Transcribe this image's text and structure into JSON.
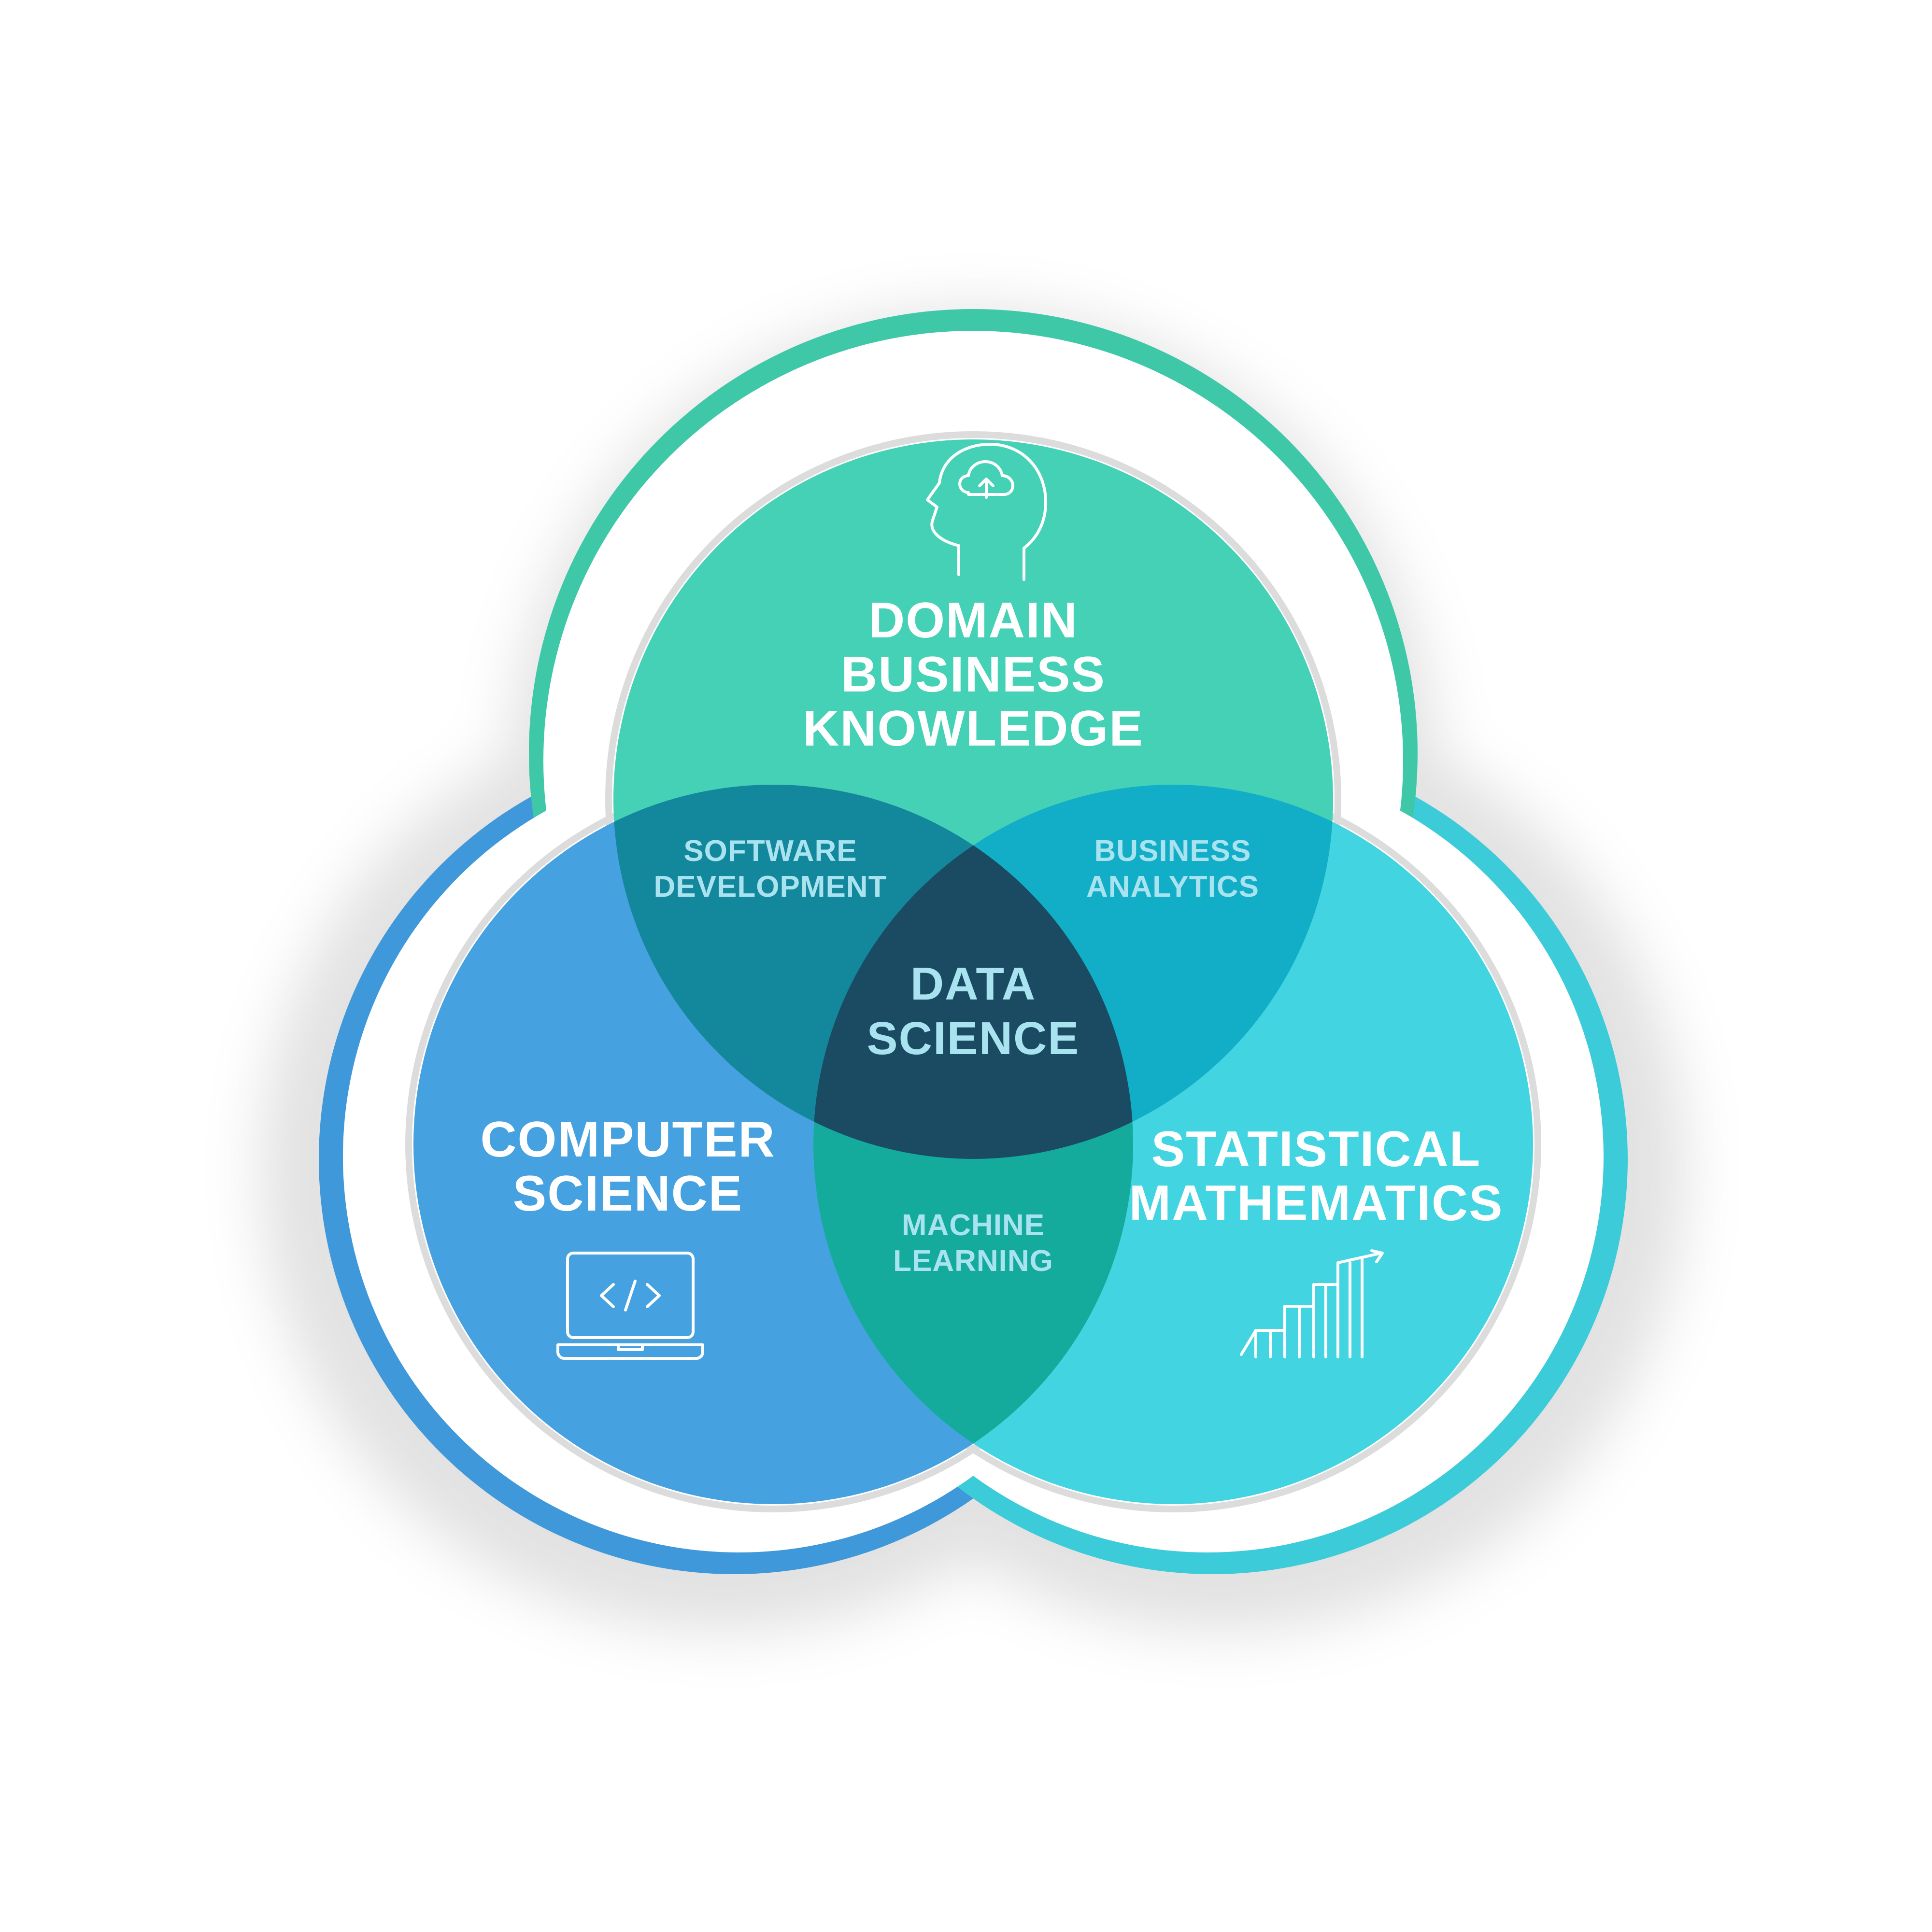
{
  "diagram": {
    "domain": {
      "line1": "DOMAIN",
      "line2": "BUSINESS",
      "line3": "KNOWLEDGE",
      "icon": "head-cloud-upload-icon"
    },
    "computer_science": {
      "line1": "COMPUTER",
      "line2": "SCIENCE",
      "icon": "laptop-code-icon"
    },
    "statistics": {
      "line1": "STATISTICAL",
      "line2": "MATHEMATICS",
      "icon": "growth-chart-icon"
    },
    "software_development": {
      "line1": "SOFTWARE",
      "line2": "DEVELOPMENT"
    },
    "business_analytics": {
      "line1": "BUSINESS",
      "line2": "ANALYTICS"
    },
    "machine_learning": {
      "line1": "MACHINE",
      "line2": "LEARNING"
    },
    "data_science": {
      "line1": "DATA",
      "line2": "SCIENCE"
    }
  },
  "colors": {
    "domain": "#45d1b6",
    "computer_science": "#45a1df",
    "statistics": "#42d4e1",
    "software_development": "#13879c",
    "business_analytics": "#12adc7",
    "machine_learning": "#14ab9d",
    "data_science": "#1a4b63",
    "ring_green": "#3ec8a8",
    "ring_blue": "#3f98da",
    "ring_cyan": "#3ccbd8"
  }
}
